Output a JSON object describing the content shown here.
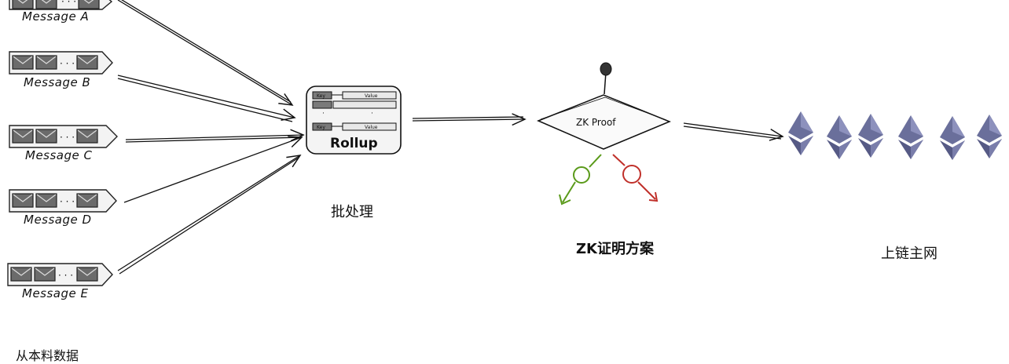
{
  "messages": [
    {
      "label": "Message A"
    },
    {
      "label": "Message B"
    },
    {
      "label": "Message C"
    },
    {
      "label": "Message D"
    },
    {
      "label": "Message E"
    }
  ],
  "rollup": {
    "title": "Rollup",
    "key_label": "Key",
    "value_label": "Value",
    "caption": "批处理"
  },
  "proof": {
    "title": "ZK Proof",
    "caption": "ZK证明方案",
    "accept_color": "#5a9a1a",
    "reject_color": "#c0302a"
  },
  "chain": {
    "caption": "上链主网",
    "icon": "ethereum-icon",
    "color": "#6a6f9b"
  },
  "footer": {
    "text": "从本料数据"
  }
}
